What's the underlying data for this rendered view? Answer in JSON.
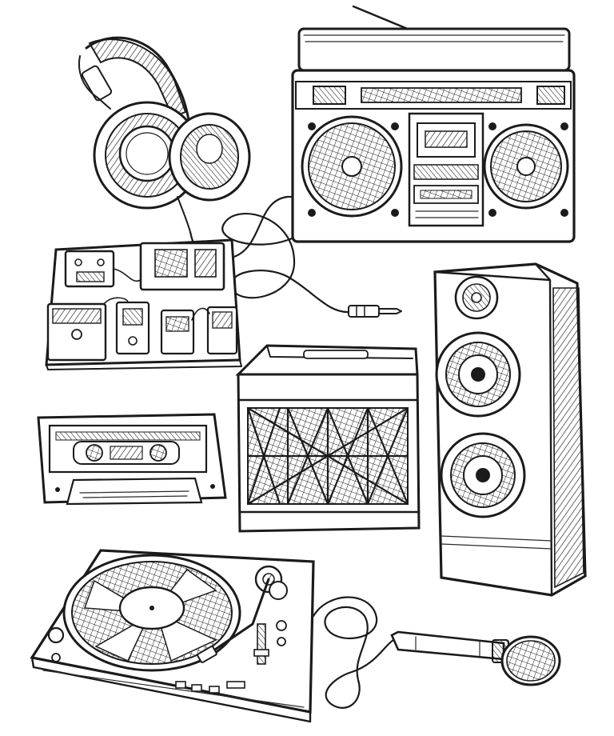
{
  "image": {
    "style": "pencil-sketch",
    "ink_color": "#1b1b1b",
    "background_color": "#ffffff"
  },
  "objects": [
    {
      "name": "headphones"
    },
    {
      "name": "boombox"
    },
    {
      "name": "effects-pedalboard"
    },
    {
      "name": "audio-cable-jack"
    },
    {
      "name": "floor-speaker"
    },
    {
      "name": "milk-crate"
    },
    {
      "name": "cassette-tape"
    },
    {
      "name": "turntable"
    },
    {
      "name": "microphone"
    }
  ]
}
